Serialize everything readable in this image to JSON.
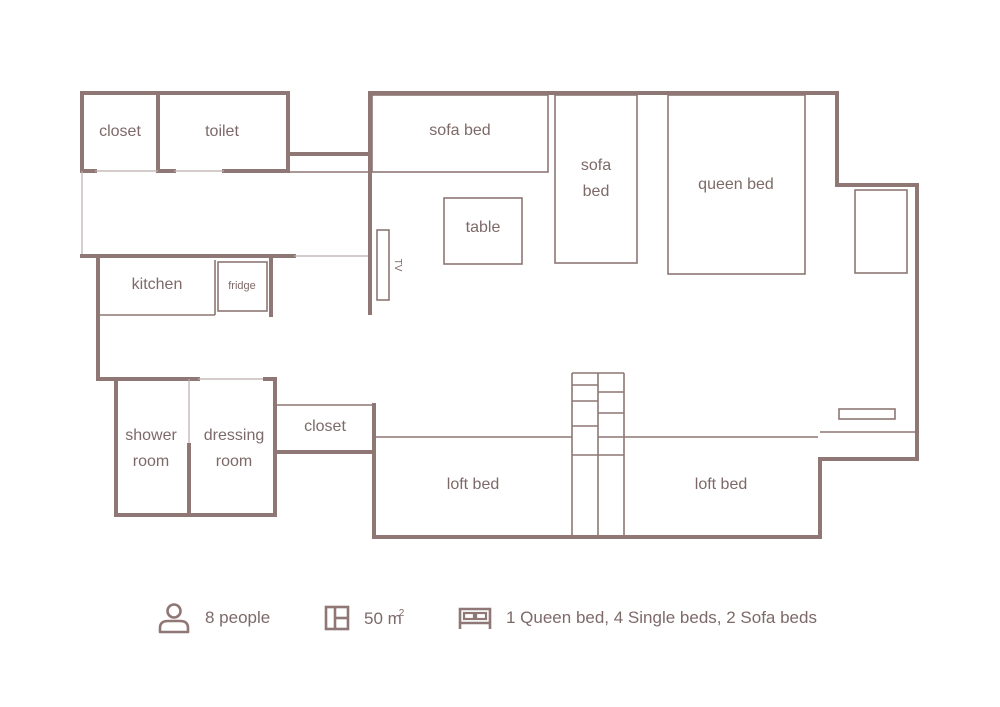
{
  "floor_plan": {
    "colors": {
      "wall": "#8e7775",
      "text": "#7d6a68",
      "background": "#ffffff"
    },
    "rooms": [
      {
        "id": "closet-top",
        "label": "closet"
      },
      {
        "id": "toilet",
        "label": "toilet"
      },
      {
        "id": "kitchen",
        "label": "kitchen"
      },
      {
        "id": "fridge",
        "label": "fridge"
      },
      {
        "id": "shower-room",
        "label": "shower\nroom"
      },
      {
        "id": "dressing-room",
        "label": "dressing\nroom"
      },
      {
        "id": "closet-bottom",
        "label": "closet"
      }
    ],
    "furniture": [
      {
        "id": "sofa-bed-1",
        "label": "sofa bed"
      },
      {
        "id": "sofa-bed-2",
        "label": "sofa\nbed"
      },
      {
        "id": "table",
        "label": "table"
      },
      {
        "id": "tv",
        "label": "TV"
      },
      {
        "id": "queen-bed",
        "label": "queen bed"
      },
      {
        "id": "loft-bed-1",
        "label": "loft bed"
      },
      {
        "id": "loft-bed-2",
        "label": "loft bed"
      }
    ]
  },
  "summary": {
    "capacity": {
      "icon": "person-icon",
      "value": "8 people"
    },
    "area": {
      "icon": "floorplan-icon",
      "value": "50 m",
      "unit_sup": "2"
    },
    "beds": {
      "icon": "bed-icon",
      "value": "1 Queen bed, 4 Single beds, 2 Sofa beds"
    }
  }
}
